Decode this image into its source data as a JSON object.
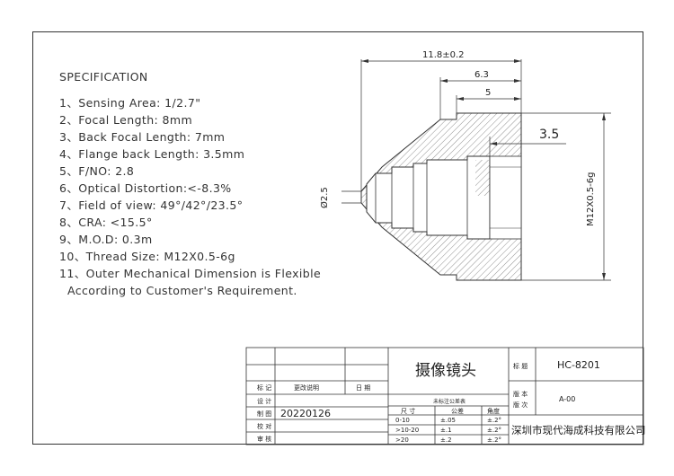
{
  "spec": {
    "title": "SPECIFICATION",
    "items": [
      "1、Sensing Area: 1/2.7\"",
      "2、Focal Length: 8mm",
      "3、Back Focal Length: 7mm",
      "4、Flange back Length: 3.5mm",
      "5、F/NO: 2.8",
      "6、Optical Distortion:<-8.3%",
      "7、Field of view: 49°/42°/23.5°",
      "8、CRA: <15.5°",
      "9、M.O.D: 0.3m",
      "10、Thread Size: M12X0.5-6g",
      "11、Outer Mechanical Dimension is Flexible"
    ],
    "continuation": "According to Customer's Requirement."
  },
  "drawing": {
    "dim_total": "11.8±0.2",
    "dim_63": "6.3",
    "dim_5": "5",
    "dim_35": "3.5",
    "dim_phi": "Ø2.5",
    "dim_thread": "M12X0.5-6g"
  },
  "titleblock": {
    "product_name": "摄像镜头",
    "label_mark": "标 记",
    "label_change": "更改说明",
    "label_date": "日 期",
    "label_design": "设 计",
    "label_draw": "制 图",
    "draw_date": "20220126",
    "label_check": "校 对",
    "label_review": "审 核",
    "tol_header": "未标注公差表",
    "tol_cols": [
      "尺 寸",
      "公差",
      "角度"
    ],
    "tol_rows": [
      [
        "0-10",
        "±.05",
        "±.2°"
      ],
      [
        ">10-20",
        "±.1",
        "±.2°"
      ],
      [
        ">20",
        "±.2",
        "±.2°"
      ]
    ],
    "label_code": "标 题",
    "code_value": "HC-8201",
    "label_version": "版 本\n版 次",
    "label_version_a": "版 本",
    "label_version_b": "版 次",
    "version_value": "A-00",
    "company": "深圳市现代海成科技有限公司"
  }
}
